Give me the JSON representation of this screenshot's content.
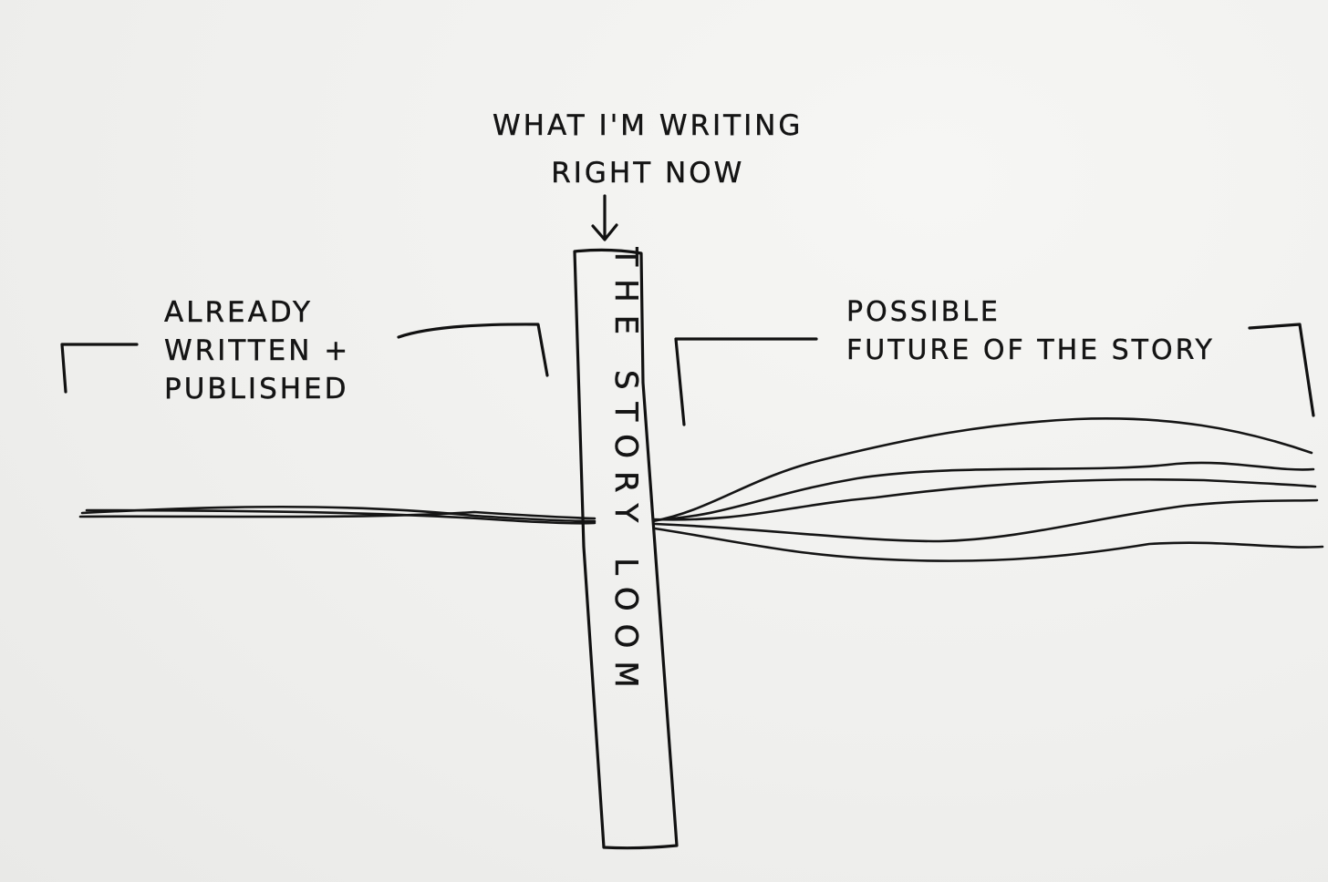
{
  "labels": {
    "current": [
      "WHAT I'M WRITING",
      "RIGHT NOW"
    ],
    "past": [
      "ALREADY",
      "WRITTEN +",
      "PUBLISHED"
    ],
    "future": [
      "POSSIBLE",
      "FUTURE OF THE STORY"
    ],
    "loom": "THE STORY LOOM"
  }
}
